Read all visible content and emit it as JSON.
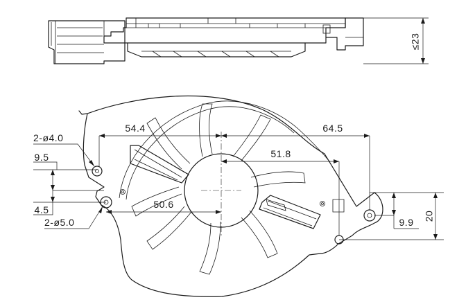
{
  "dimensions": {
    "height_max": "≤23",
    "hole_small_callout": "2-ø4.0",
    "hole_large_callout": "2-ø5.0",
    "left_offset_upper": "9.5",
    "left_offset_lower": "4.5",
    "hub_to_left_hole": "54.4",
    "hub_to_right_hole": "64.5",
    "hub_to_right_lower_hole": "51.8",
    "hub_to_lower_left_hole": "50.6",
    "right_hole_offset": "9.9",
    "right_vertical_span": "20"
  },
  "colors": {
    "line": "#1a1a1a",
    "background": "#ffffff"
  }
}
